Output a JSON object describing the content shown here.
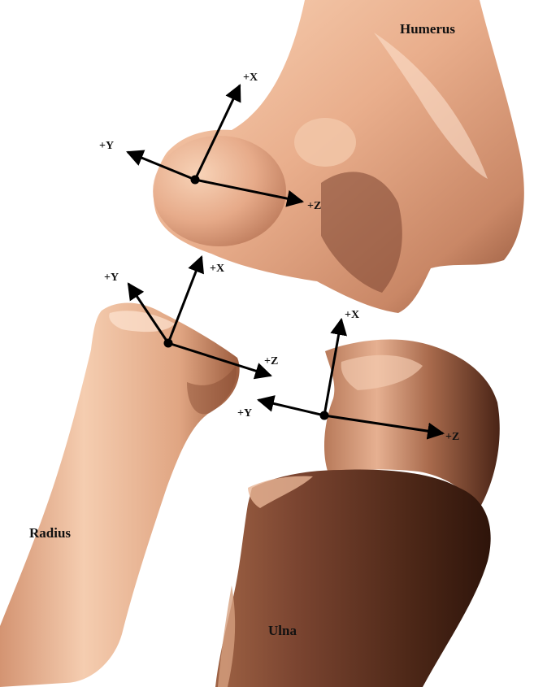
{
  "bones": {
    "humerus": {
      "label": "Humerus"
    },
    "radius": {
      "label": "Radius"
    },
    "ulna": {
      "label": "Ulna"
    }
  },
  "axes": {
    "humerus": {
      "x": "+X",
      "y": "+Y",
      "z": "+Z"
    },
    "radius": {
      "x": "+X",
      "y": "+Y",
      "z": "+Z"
    },
    "ulna": {
      "x": "+X",
      "y": "+Y",
      "z": "+Z"
    }
  },
  "colors": {
    "bone_light": "#f4c4a4",
    "bone_mid": "#d89a78",
    "bone_dark": "#6e3c26",
    "bone_shadow": "#3c1c10",
    "axis": "#000000"
  }
}
